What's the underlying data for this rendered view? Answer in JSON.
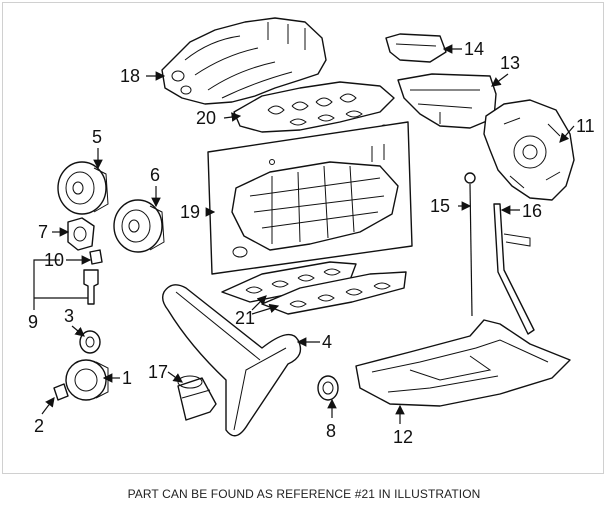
{
  "diagram": {
    "callouts": [
      "1",
      "2",
      "3",
      "4",
      "5",
      "6",
      "7",
      "8",
      "9",
      "10",
      "11",
      "12",
      "14",
      "13",
      "15",
      "16",
      "17",
      "18",
      "19",
      "20",
      "21"
    ]
  },
  "caption": "PART CAN BE FOUND AS REFERENCE #21 IN ILLUSTRATION"
}
